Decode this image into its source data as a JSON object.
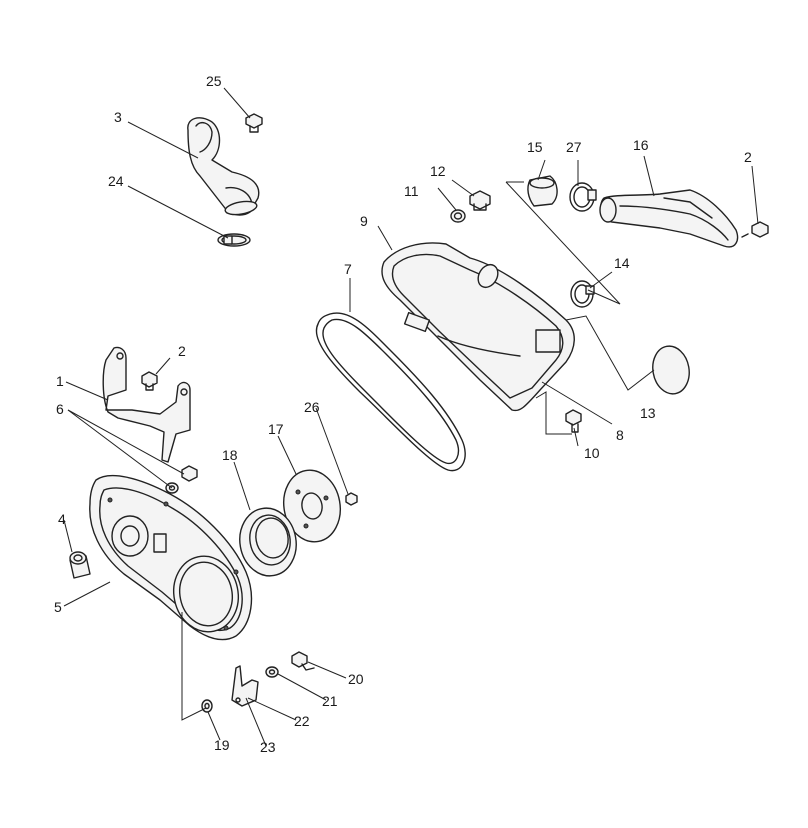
{
  "callouts": [
    {
      "id": "c25",
      "label": "25"
    },
    {
      "id": "c3",
      "label": "3"
    },
    {
      "id": "c24",
      "label": "24"
    },
    {
      "id": "c15",
      "label": "15"
    },
    {
      "id": "c27",
      "label": "27"
    },
    {
      "id": "c16",
      "label": "16"
    },
    {
      "id": "c2a",
      "label": "2"
    },
    {
      "id": "c12",
      "label": "12"
    },
    {
      "id": "c11",
      "label": "11"
    },
    {
      "id": "c9",
      "label": "9"
    },
    {
      "id": "c14",
      "label": "14"
    },
    {
      "id": "c7",
      "label": "7"
    },
    {
      "id": "c2b",
      "label": "2"
    },
    {
      "id": "c1",
      "label": "1"
    },
    {
      "id": "c6",
      "label": "6"
    },
    {
      "id": "c13",
      "label": "13"
    },
    {
      "id": "c8",
      "label": "8"
    },
    {
      "id": "c10",
      "label": "10"
    },
    {
      "id": "c26",
      "label": "26"
    },
    {
      "id": "c17",
      "label": "17"
    },
    {
      "id": "c18",
      "label": "18"
    },
    {
      "id": "c4",
      "label": "4"
    },
    {
      "id": "c5",
      "label": "5"
    },
    {
      "id": "c20",
      "label": "20"
    },
    {
      "id": "c21",
      "label": "21"
    },
    {
      "id": "c22",
      "label": "22"
    },
    {
      "id": "c19",
      "label": "19"
    },
    {
      "id": "c23",
      "label": "23"
    }
  ]
}
